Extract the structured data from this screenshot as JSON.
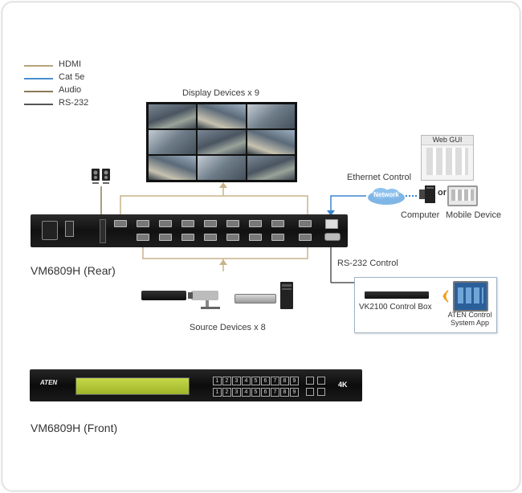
{
  "legend": [
    {
      "label": "HDMI",
      "color": "#b8a27a"
    },
    {
      "label": "Cat 5e",
      "color": "#4a8fd0"
    },
    {
      "label": "Audio",
      "color": "#8a7a5a"
    },
    {
      "label": "RS-232",
      "color": "#555555"
    }
  ],
  "labels": {
    "display_devices": "Display Devices x 9",
    "source_devices": "Source Devices x 8",
    "rear_model": "VM6809H (Rear)",
    "front_model": "VM6809H (Front)",
    "ethernet_control": "Ethernet Control",
    "rs232_control": "RS-232 Control",
    "network": "Network",
    "web_gui": "Web GUI",
    "computer": "Computer",
    "or": "or",
    "mobile_device": "Mobile Device",
    "control_box": "VK2100 Control Box",
    "control_app_line1": "ATEN Control",
    "control_app_line2": "System App",
    "front_brand": "ATEN",
    "front_badge": "4K"
  },
  "front_buttons_row1": [
    "1",
    "2",
    "3",
    "4",
    "5",
    "6",
    "7",
    "8",
    "9"
  ],
  "front_buttons_row2": [
    "1",
    "2",
    "3",
    "4",
    "5",
    "6",
    "7",
    "8",
    "9"
  ],
  "colors": {
    "hdmi_line": "#c9b48a",
    "cat5e_line": "#3b86cf",
    "rs232_line": "#555555"
  }
}
